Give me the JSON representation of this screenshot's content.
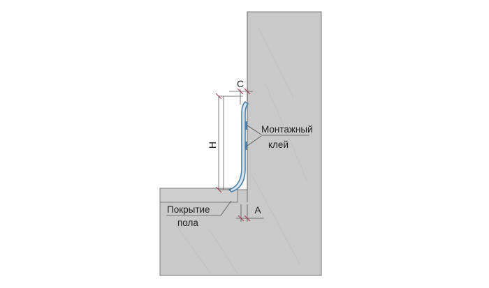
{
  "labels": {
    "dimension_c": "C",
    "dimension_h": "H",
    "dimension_a": "A",
    "adhesive_line1": "Монтажный",
    "adhesive_line2": "клей",
    "floor_line1": "Покрытие",
    "floor_line2": "пола"
  },
  "colors": {
    "concrete": "#c9c9c9",
    "floor_covering": "#cfcfcf",
    "concrete_edge": "#7a7a7a",
    "profile_stroke": "#4d7fa8",
    "profile_fill": "#d7e6f2",
    "dimension_line": "#555555",
    "tick_mark": "#a0394a"
  }
}
